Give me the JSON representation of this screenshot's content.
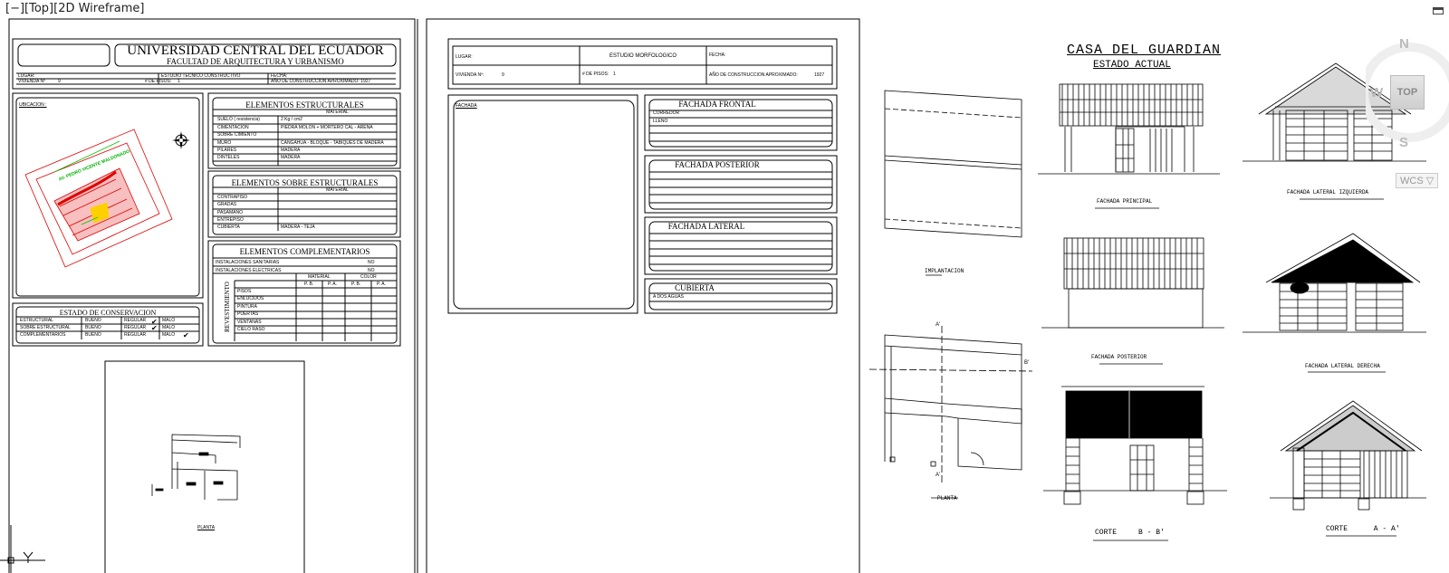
{
  "viewport": {
    "label": "[−][Top][2D Wireframe]"
  },
  "sheet1": {
    "university": "UNIVERSIDAD CENTRAL DEL ECUADOR",
    "faculty": "FACULTAD DE ARQUITECTURA Y URBANISMO",
    "header": {
      "lugar": "LUGAR:",
      "estudio": "ESTUDIO TECNICO CONSTRUCTIVO",
      "fecha": "FECHA:",
      "vivienda": "VIVIENDA Nº",
      "vivienda_val": "9",
      "pisos": "# DE PISOS:",
      "pisos_val": "1",
      "anio": "AÑO DE CONSTRUCCION APROXIMADO: 1927"
    },
    "ubicacion": "UBICACION :",
    "map_street": "AV. PEDRO VICENTE MALDONADO",
    "estructurales": {
      "title": "ELEMENTOS ESTRUCTURALES",
      "material": "MATERIAL",
      "rows": [
        [
          "SUELO ( resistencia)",
          "2 Kg / cm2"
        ],
        [
          "CIMENTACION",
          "PIEDRA MOLON + MORTERO CAL - ARENA"
        ],
        [
          "SOBRE CIMIENTO",
          ""
        ],
        [
          "MURO",
          "CANGAHUA - BLOQUE - TABIQUES DE MADERA"
        ],
        [
          "PILARES",
          "MADERA"
        ],
        [
          "DINTELES",
          "MADERA"
        ]
      ]
    },
    "sobre": {
      "title": "ELEMENTOS SOBRE ESTRUCTURALES",
      "material": "MATERIAL",
      "rows": [
        [
          "CONTRAPISO",
          ""
        ],
        [
          "GRADAS",
          ""
        ],
        [
          "PASAMANO",
          ""
        ],
        [
          "ENTREPISO",
          ""
        ],
        [
          "CUBIERTA",
          "MADERA - TEJA"
        ]
      ]
    },
    "complementarios": {
      "title": "ELEMENTOS COMPLEMENTARIOS",
      "inst_sanitarias": "INSTALACIONES SANITARIAS",
      "inst_electricas": "INSTALACIONES ELECTRICAS",
      "no": "NO",
      "material": "MATERIAL",
      "color": "COLOR",
      "pb": "P. B.",
      "pa": "P. A.",
      "revestimiento": "REVESTIMIENTO",
      "rows": [
        "PISOS",
        "ENLUCIDOS",
        "PINTURA",
        "PUERTAS",
        "VENTANAS",
        "CIELO RASO"
      ]
    },
    "conservacion": {
      "title": "ESTADO DE CONSERVACION",
      "rows": [
        [
          "ESTRUCTURAL",
          "BUENO",
          "REGULAR",
          "MALO"
        ],
        [
          "SOBRE ESTRUCTURAL",
          "BUENO",
          "REGULAR",
          "MALO"
        ],
        [
          "COMPLEMENTARIOS",
          "BUENO",
          "REGULAR",
          "MALO"
        ]
      ],
      "check": "✔"
    },
    "planta_label": "PLANTA"
  },
  "sheet2": {
    "lugar": "LUGAR:",
    "estudio": "ESTUDIO MORFOLOGICO",
    "fecha": "FECHA:",
    "vivienda": "VIVIENDA Nº:",
    "vivienda_val": "9",
    "pisos": "# DE PISOS:",
    "pisos_val": "1",
    "anio": "AÑO DE CONSTRUCCION APROXIMADO:",
    "anio_val": "1927",
    "fachada": "FACHADA",
    "frontal": {
      "title": "FACHADA FRONTAL",
      "rows": [
        "CORREDOR",
        "LLENO"
      ]
    },
    "posterior": {
      "title": "FACHADA POSTERIOR"
    },
    "lateral": {
      "title": "FACHADA LATERAL"
    },
    "cubierta": {
      "title": "CUBIERTA",
      "rows": [
        "A DOS AGUAS"
      ]
    }
  },
  "drawing": {
    "title": "CASA DEL GUARDIAN",
    "subtitle": "ESTADO ACTUAL",
    "implantacion": "IMPLANTACION",
    "planta": "PLANTA",
    "fachada_principal": "FACHADA PRINCIPAL",
    "fachada_lateral_izq": "FACHADA LATERAL IZQUIERDA",
    "fachada_posterior": "FACHADA POSTERIOR",
    "fachada_lateral_der": "FACHADA LATERAL DERECHA",
    "corte_b": "CORTE     B - B'",
    "corte_a": "CORTE      A - A'",
    "sec_a": "A'",
    "sec_b": "B'"
  },
  "viewcube": {
    "n": "N",
    "s": "S",
    "w": "W",
    "top": "TOP",
    "wcs": "WCS ▽"
  }
}
